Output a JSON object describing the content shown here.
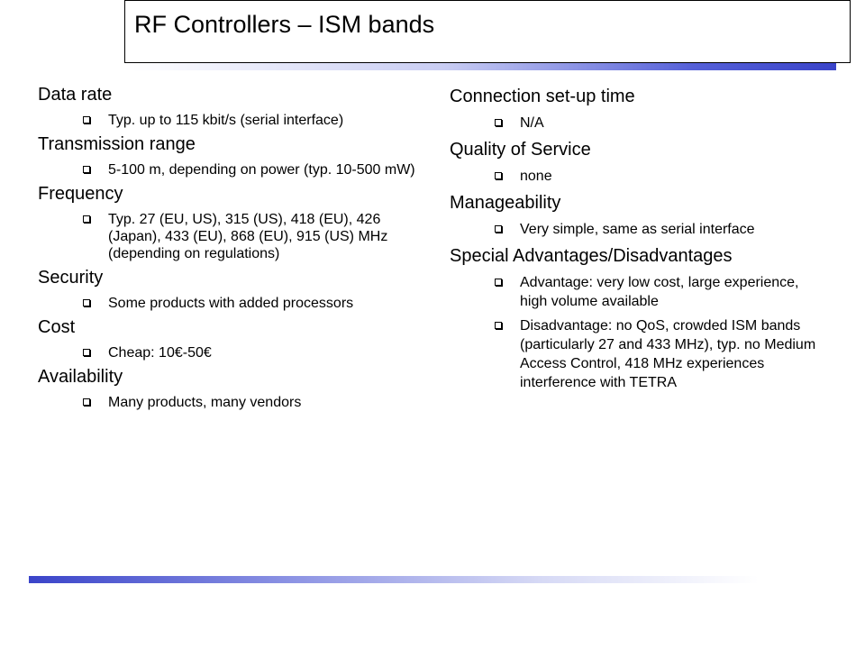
{
  "slide": {
    "title": "RF Controllers – ISM bands",
    "left_column": [
      {
        "heading": "Data rate",
        "items": [
          "Typ. up to 115 kbit/s (serial interface)"
        ]
      },
      {
        "heading": "Transmission range",
        "items": [
          "5-100 m, depending on power (typ. 10-500 mW)"
        ]
      },
      {
        "heading": "Frequency",
        "items": [
          "Typ. 27 (EU, US), 315 (US), 418 (EU), 426 (Japan), 433 (EU), 868 (EU), 915 (US) MHz (depending on regulations)"
        ]
      },
      {
        "heading": "Security",
        "items": [
          "Some products with added processors"
        ]
      },
      {
        "heading": "Cost",
        "items": [
          "Cheap: 10€-50€"
        ]
      },
      {
        "heading": "Availability",
        "items": [
          "Many products, many vendors"
        ]
      }
    ],
    "right_column": [
      {
        "heading": "Connection set-up time",
        "items": [
          "N/A"
        ]
      },
      {
        "heading": "Quality of Service",
        "items": [
          "none"
        ]
      },
      {
        "heading": "Manageability",
        "items": [
          "Very simple, same as serial interface"
        ]
      },
      {
        "heading": "Special Advantages/Disadvantages",
        "items": [
          "Advantage: very low cost, large experience, high volume available",
          "Disadvantage: no QoS, crowded ISM bands (particularly 27 and 433 MHz), typ. no Medium Access Control, 418 MHz experiences interference with TETRA"
        ]
      }
    ]
  },
  "colors": {
    "accent": "#3a44c9",
    "text": "#000000",
    "background": "#ffffff"
  }
}
